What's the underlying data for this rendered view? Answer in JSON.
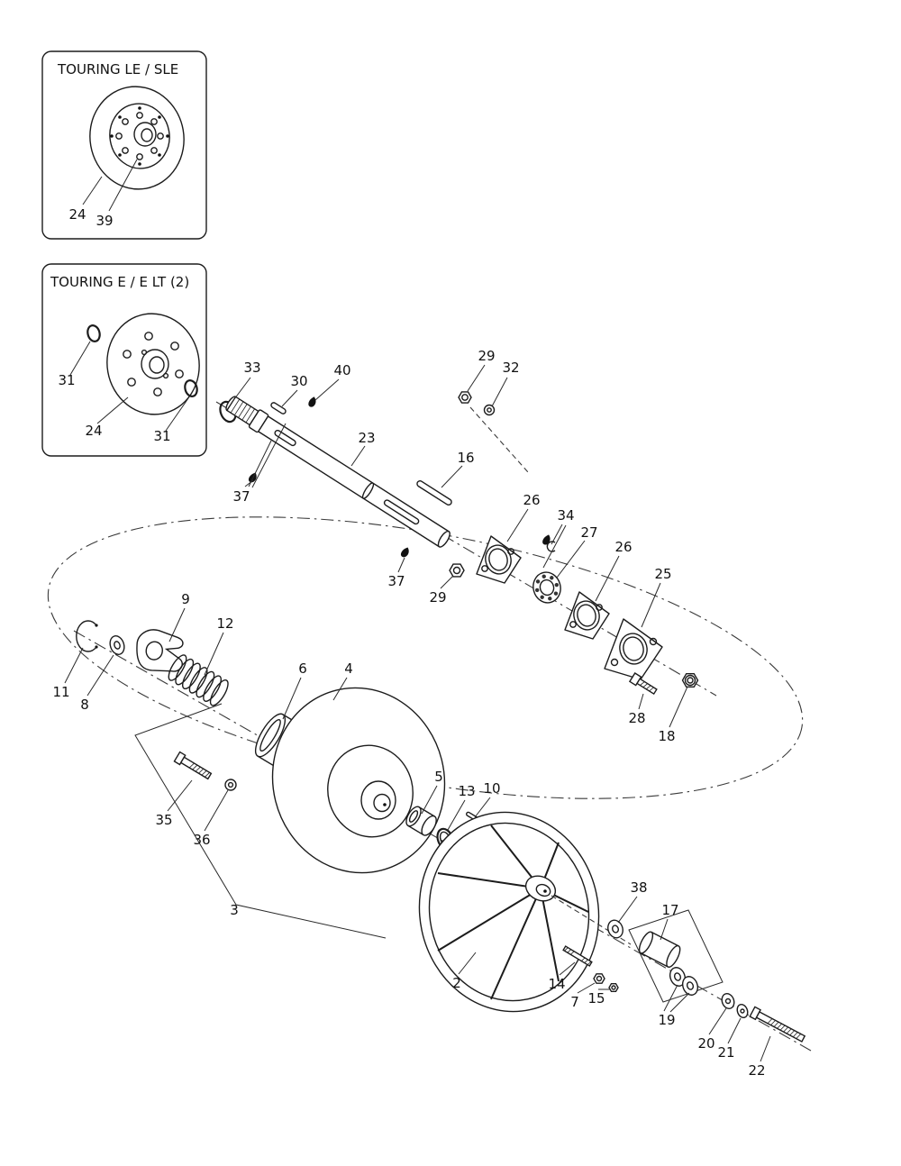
{
  "boxes": [
    {
      "title": "TOURING LE / SLE"
    },
    {
      "title": "TOURING E / E LT (2)"
    }
  ],
  "callouts": {
    "box1_24": "24",
    "box1_39": "39",
    "box2_31a": "31",
    "box2_24": "24",
    "box2_31b": "31",
    "n33": "33",
    "n30": "30",
    "n40": "40",
    "n29a": "29",
    "n32": "32",
    "n23": "23",
    "n16": "16",
    "n37a": "37",
    "n26a": "26",
    "n34": "34",
    "n27": "27",
    "n26b": "26",
    "n25": "25",
    "n37b": "37",
    "n29b": "29",
    "n28": "28",
    "n18": "18",
    "n9": "9",
    "n12": "12",
    "n6": "6",
    "n4": "4",
    "n11": "11",
    "n8": "8",
    "n35": "35",
    "n36": "36",
    "n3": "3",
    "n5": "5",
    "n13": "13",
    "n10": "10",
    "n2": "2",
    "n38": "38",
    "n17": "17",
    "n14": "14",
    "n7": "7",
    "n15": "15",
    "n19": "19",
    "n20": "20",
    "n21": "21",
    "n22": "22"
  }
}
